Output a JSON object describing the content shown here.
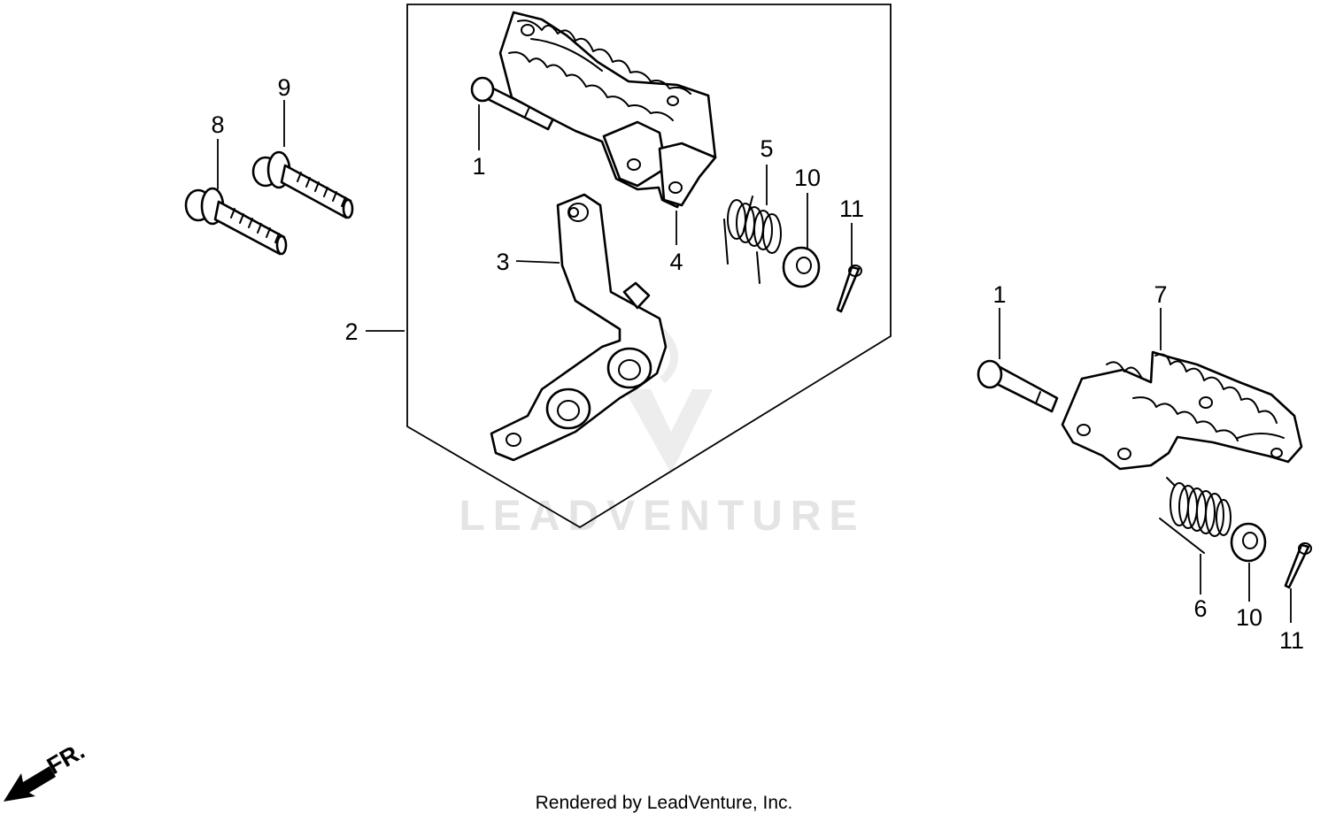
{
  "callouts": [
    {
      "id": "c1a",
      "label": "1"
    },
    {
      "id": "c2",
      "label": "2"
    },
    {
      "id": "c3",
      "label": "3"
    },
    {
      "id": "c4",
      "label": "4"
    },
    {
      "id": "c5",
      "label": "5"
    },
    {
      "id": "c10a",
      "label": "10"
    },
    {
      "id": "c11a",
      "label": "11"
    },
    {
      "id": "c8",
      "label": "8"
    },
    {
      "id": "c9",
      "label": "9"
    },
    {
      "id": "c1b",
      "label": "1"
    },
    {
      "id": "c7",
      "label": "7"
    },
    {
      "id": "c6",
      "label": "6"
    },
    {
      "id": "c10b",
      "label": "10"
    },
    {
      "id": "c11b",
      "label": "11"
    }
  ],
  "watermark": {
    "text": "LEADVENTURE"
  },
  "direction": {
    "label": "FR.",
    "icon": "front-arrow-icon"
  },
  "footer": {
    "credit": "Rendered by LeadVenture, Inc."
  },
  "colors": {
    "line": "#000000",
    "watermark": "#e4e4e4",
    "background": "#ffffff"
  }
}
